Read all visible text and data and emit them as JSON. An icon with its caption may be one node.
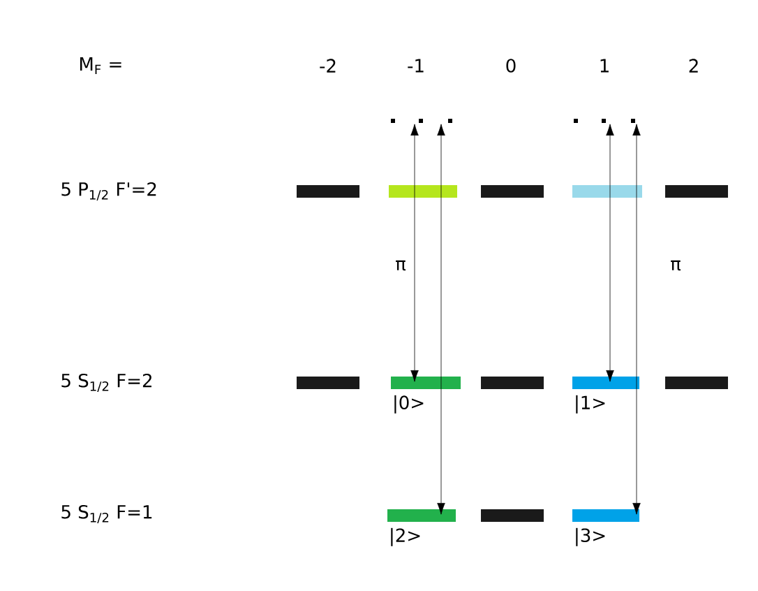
{
  "diagram": {
    "nodes": [
      {
        "text": [],
        "shape": "line"
      },
      {
        "text": [],
        "shape": "line"
      },
      {
        "text": [],
        "shape": "bar"
      },
      {
        "text": [],
        "shape": "bar"
      },
      {
        "text": [],
        "shape": "bar"
      },
      {
        "text": [],
        "shape": "bar"
      },
      {
        "text": [],
        "shape": "bar"
      },
      {
        "text": [],
        "shape": "bar"
      },
      {
        "text": [],
        "shape": "bar",
        "beside": [
          "|0>"
        ]
      },
      {
        "text": [],
        "shape": "bar"
      },
      {
        "text": [],
        "shape": "bar",
        "beside": [
          "|1>"
        ]
      },
      {
        "text": [],
        "shape": "bar"
      },
      {
        "text": [],
        "shape": "bar",
        "beside": [
          "|2>"
        ]
      },
      {
        "text": [],
        "shape": "bar"
      },
      {
        "text": [],
        "shape": "bar",
        "beside": [
          "|3>"
        ]
      }
    ],
    "edges": [
      {
        "from": 8,
        "to": 0,
        "arrow": "both"
      },
      {
        "from": 12,
        "to": 0,
        "arrow": "both"
      },
      {
        "from": 10,
        "to": 1,
        "arrow": "both"
      },
      {
        "from": 14,
        "to": 1,
        "arrow": "both"
      }
    ],
    "labels": [
      "M$_{F}$ =",
      "-2",
      "-1",
      "0",
      "1",
      "2",
      "5 P$_{1/2}$ F'=2",
      "π",
      "π",
      "5 S$_{1/2}$ F=2",
      "5 S$_{1/2}$ F=1"
    ]
  }
}
